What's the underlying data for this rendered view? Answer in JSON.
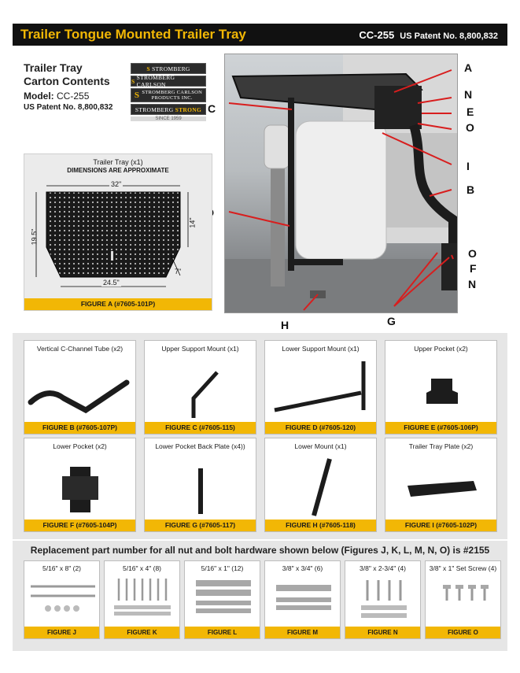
{
  "header": {
    "title": "Trailer Tongue Mounted Trailer Tray",
    "model": "CC-255",
    "patent": "US Patent No. 8,800,832"
  },
  "carton": {
    "title_line1": "Trailer Tray",
    "title_line2": "Carton Contents",
    "model_label": "Model:",
    "model": "CC-255",
    "patent": "US Patent No. 8,800,832"
  },
  "logos": {
    "l1_mark": "S",
    "l1": "STROMBERG",
    "l2_mark": "S",
    "l2": "STROMBERG CARLSON",
    "l3_mark": "S",
    "l3a": "STROMBERG CARLSON",
    "l3b": "PRODUCTS INC.",
    "l4a": "STROMBERG",
    "l4b": "STRONG",
    "since": "SINCE 1959"
  },
  "callouts": {
    "A": "A",
    "N": "N",
    "E": "E",
    "O": "O",
    "C": "C",
    "I": "I",
    "B": "B",
    "D": "D",
    "O2": "O",
    "F": "F",
    "N2": "N",
    "G": "G",
    "H": "H"
  },
  "figA": {
    "title": "Trailer Tray (x1)",
    "subtitle": "DIMENSIONS ARE APPROXIMATE",
    "dim_top": "32\"",
    "dim_left": "19.5\"",
    "dim_right": "14\"",
    "dim_angle": "7\"",
    "dim_bottom": "24.5\"",
    "caption": "FIGURE A (#7605-101P)"
  },
  "parts": [
    {
      "title": "Vertical C-Channel Tube  (x2)",
      "caption": "FIGURE B  (#7605-107P)"
    },
    {
      "title": "Upper Support Mount  (x1)",
      "caption": "FIGURE C  (#7605-115)"
    },
    {
      "title": "Lower Support Mount  (x1)",
      "caption": "FIGURE D  (#7605-120)"
    },
    {
      "title": "Upper Pocket  (x2)",
      "caption": "FIGURE E  (#7605-106P)"
    },
    {
      "title": "Lower Pocket  (x2)",
      "caption": "FIGURE F  (#7605-104P)"
    },
    {
      "title": "Lower Pocket Back Plate  (x4))",
      "caption": "FIGURE G  (#7605-117)"
    },
    {
      "title": "Lower Mount  (x1)",
      "caption": "FIGURE H  (#7605-118)"
    },
    {
      "title": "Trailer Tray Plate  (x2)",
      "caption": "FIGURE I  (#7605-102P)"
    }
  ],
  "hardware": {
    "title": "Replacement part number for all nut and bolt hardware shown below (Figures J, K, L, M, N, O) is #2155",
    "items": [
      {
        "title": "5/16\" x 8\"  (2)",
        "caption": "FIGURE J"
      },
      {
        "title": "5/16\" x 4\"  (8)",
        "caption": "FIGURE K"
      },
      {
        "title": "5/16\" x 1\"  (12)",
        "caption": "FIGURE L"
      },
      {
        "title": "3/8\" x 3/4\"  (6)",
        "caption": "FIGURE M"
      },
      {
        "title": "3/8\" x 2-3/4\"  (4)",
        "caption": "FIGURE N"
      },
      {
        "title": "3/8\" x 1\"  Set Screw  (4)",
        "caption": "FIGURE O"
      }
    ]
  },
  "colors": {
    "accent": "#f2b705",
    "header_bg": "#111111",
    "arrow": "#d81e1e",
    "steel": "#1c1c1c"
  }
}
